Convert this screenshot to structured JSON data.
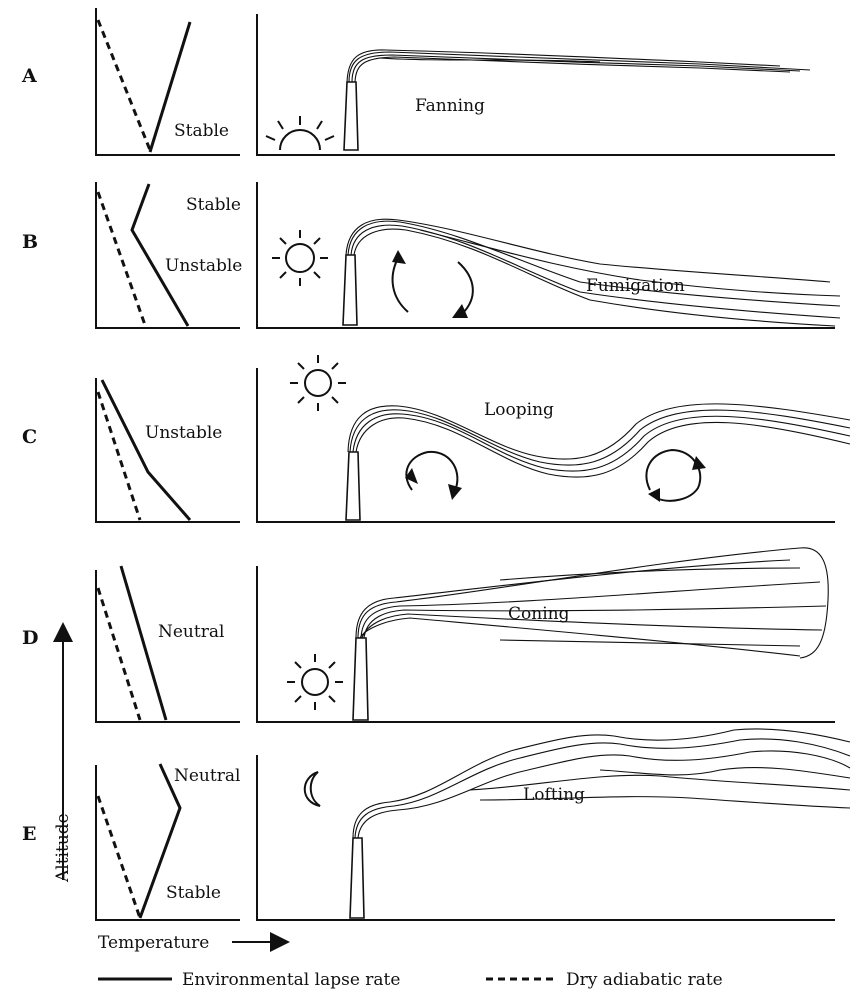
{
  "rows": [
    {
      "letter": "A",
      "stability": [
        "Stable"
      ],
      "plume": "Fanning"
    },
    {
      "letter": "B",
      "stability": [
        "Stable",
        "Unstable"
      ],
      "plume": "Fumigation"
    },
    {
      "letter": "C",
      "stability": [
        "Unstable"
      ],
      "plume": "Looping"
    },
    {
      "letter": "D",
      "stability": [
        "Neutral"
      ],
      "plume": "Coning"
    },
    {
      "letter": "E",
      "stability": [
        "Neutral",
        "Stable"
      ],
      "plume": "Lofting"
    }
  ],
  "axes": {
    "y_label": "Altitude",
    "x_label": "Temperature"
  },
  "legend": {
    "solid_label": "Environmental lapse rate",
    "dashed_label": "Dry adiabatic rate"
  }
}
